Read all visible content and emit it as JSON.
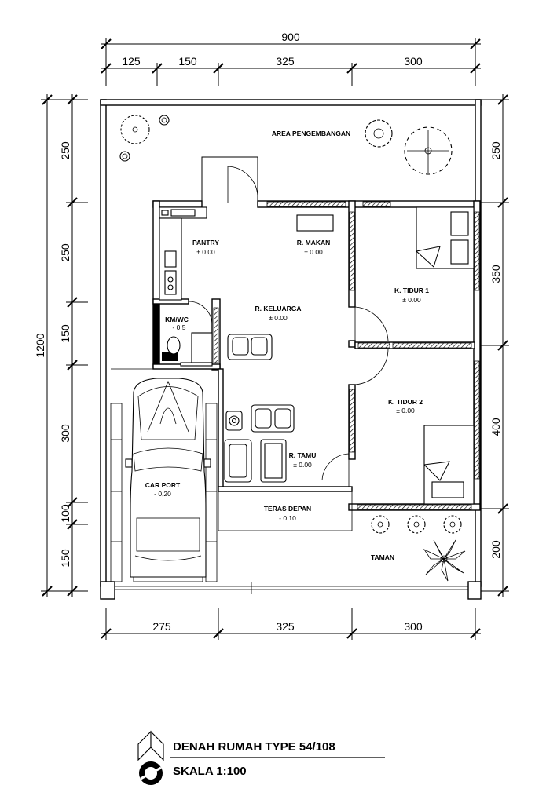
{
  "drawing": {
    "title": "DENAH RUMAH TYPE 54/108",
    "scale": "SKALA 1:100"
  },
  "dimensions": {
    "top_total": "900",
    "top_segments": [
      "125",
      "150",
      "325",
      "300"
    ],
    "bottom_segments": [
      "275",
      "325",
      "300"
    ],
    "left_total": "1200",
    "left_segments": [
      "250",
      "250",
      "150",
      "300",
      "100",
      "150"
    ],
    "right_segments": [
      "250",
      "350",
      "400",
      "200"
    ]
  },
  "rooms": [
    {
      "name": "AREA PENGEMBANGAN",
      "level": ""
    },
    {
      "name": "PANTRY",
      "level": "± 0.00"
    },
    {
      "name": "R. MAKAN",
      "level": "± 0.00"
    },
    {
      "name": "K. TIDUR 1",
      "level": "± 0.00"
    },
    {
      "name": "R. KELUARGA",
      "level": "± 0.00"
    },
    {
      "name": "KM/WC",
      "level": "- 0.5"
    },
    {
      "name": "K. TIDUR 2",
      "level": "± 0.00"
    },
    {
      "name": "CAR PORT",
      "level": "- 0,20"
    },
    {
      "name": "R. TAMU",
      "level": "± 0.00"
    },
    {
      "name": "TERAS DEPAN",
      "level": "- 0.10"
    },
    {
      "name": "TAMAN",
      "level": ""
    }
  ]
}
